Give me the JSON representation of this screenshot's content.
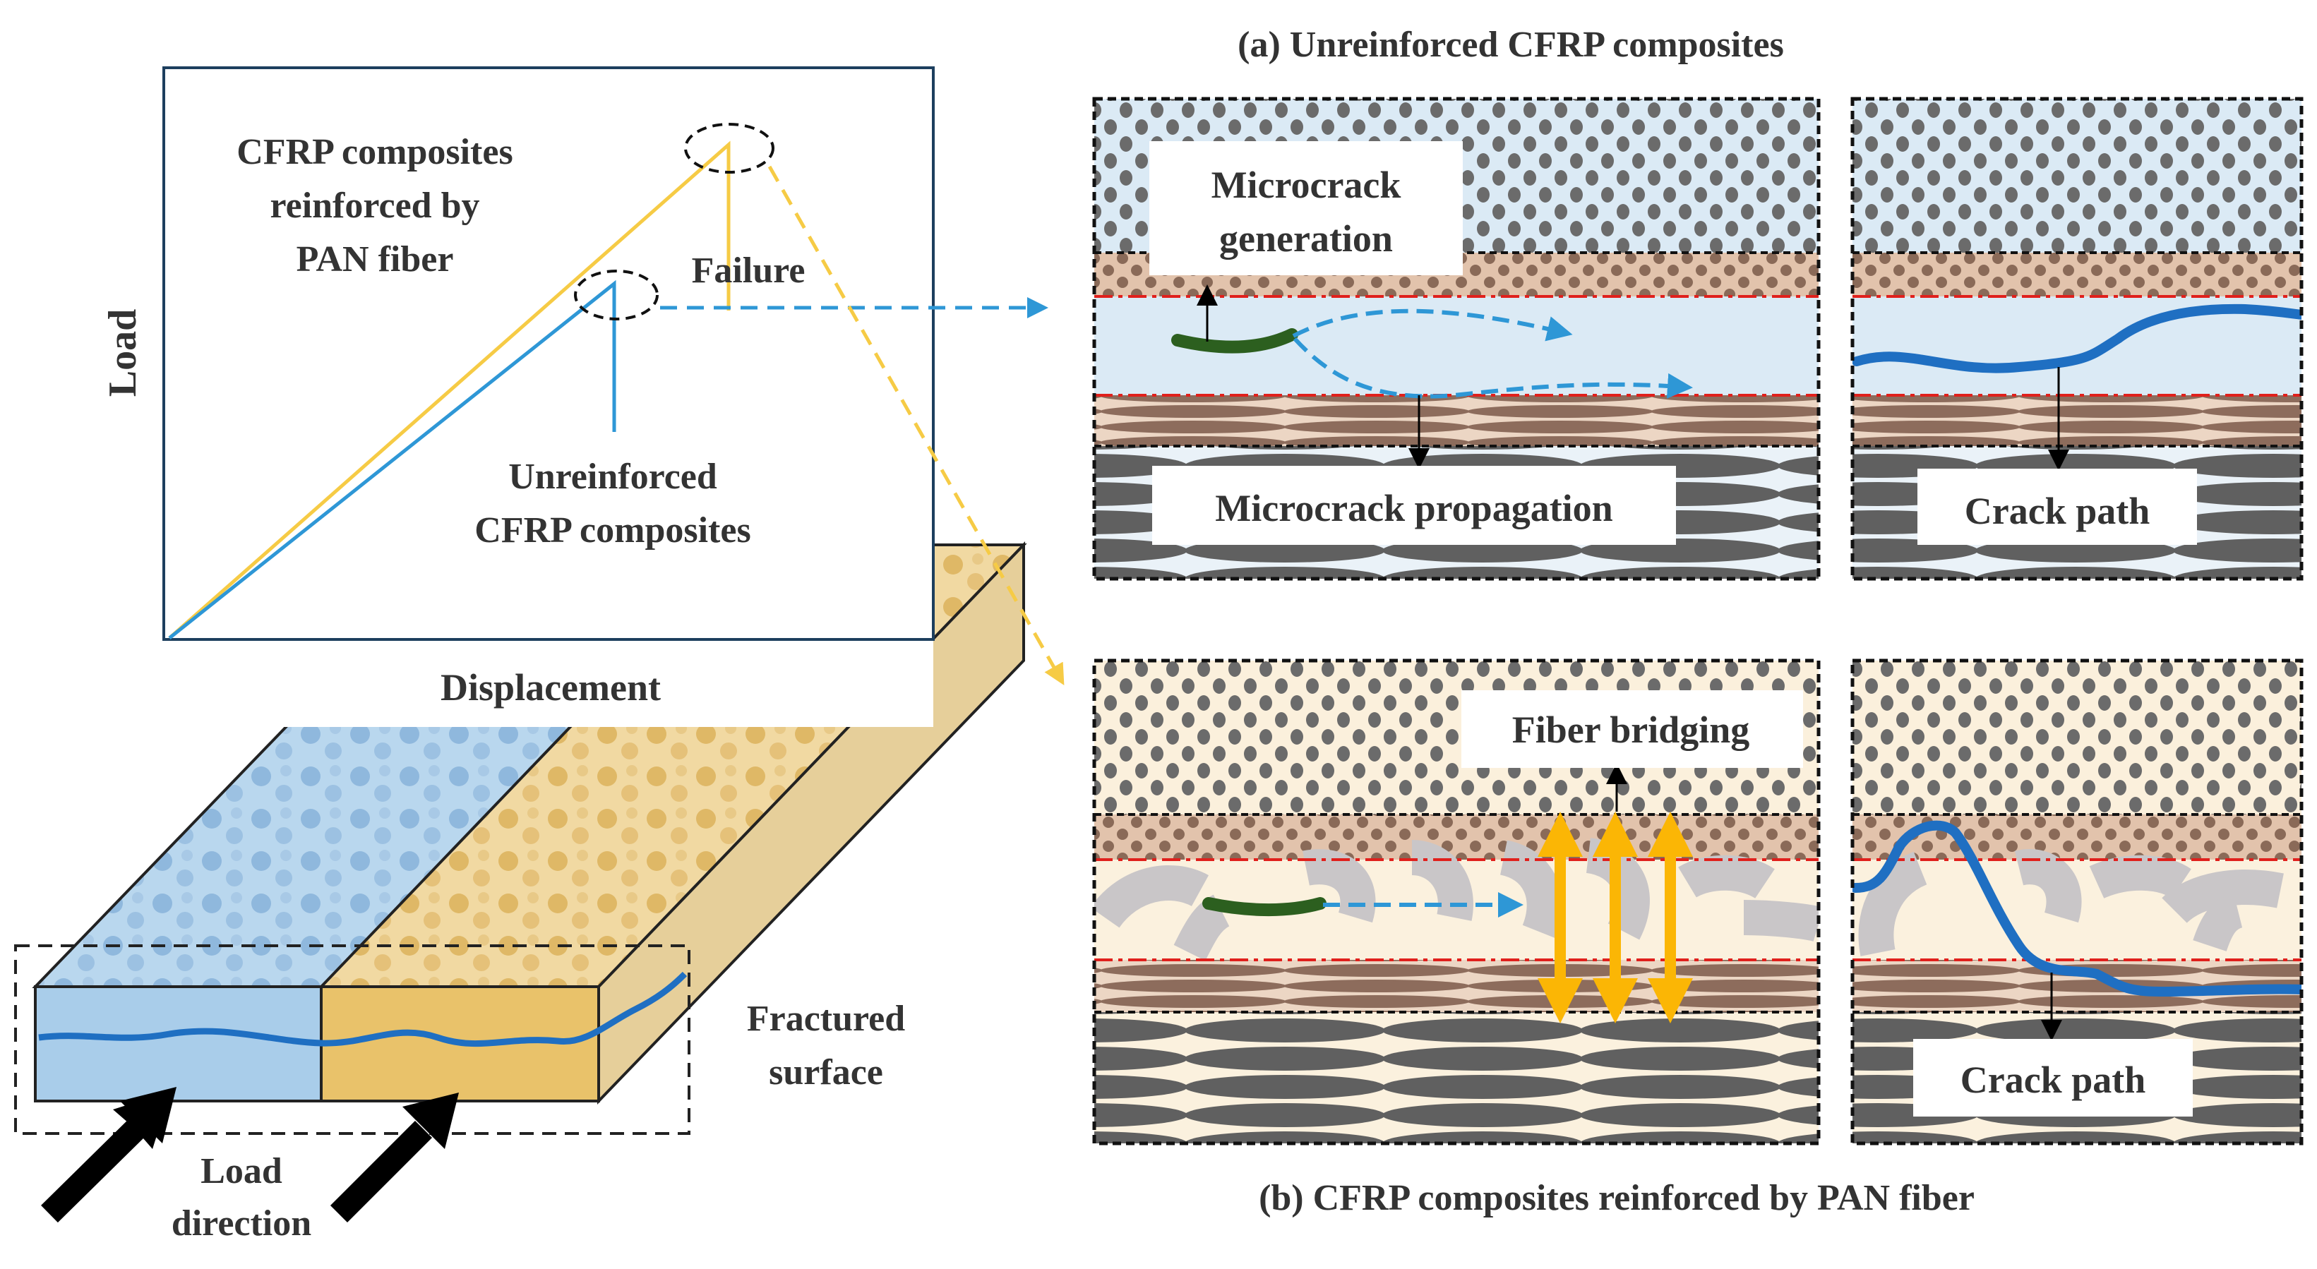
{
  "load_chart": {
    "y_label": "Load",
    "x_label": "Displacement",
    "series_reinforced": [
      "CFRP composites",
      "reinforced by",
      "PAN fiber"
    ],
    "series_unreinforced": [
      "Unreinforced",
      "CFRP composites"
    ],
    "failure_label": "Failure",
    "colors": {
      "reinforced": "#F6CB45",
      "unreinforced": "#2E97D6"
    }
  },
  "specimen": {
    "fractured_surface": [
      "Fractured",
      "surface"
    ],
    "load_direction": [
      "Load",
      "direction"
    ]
  },
  "panel_a": {
    "title": "(a) Unreinforced CFRP composites",
    "microcrack_generation": [
      "Microcrack",
      "generation"
    ],
    "microcrack_propagation": "Microcrack propagation",
    "crack_path": "Crack path"
  },
  "panel_b": {
    "title": "(b) CFRP composites reinforced by PAN fiber",
    "fiber_bridging": "Fiber bridging",
    "crack_path": "Crack path"
  }
}
